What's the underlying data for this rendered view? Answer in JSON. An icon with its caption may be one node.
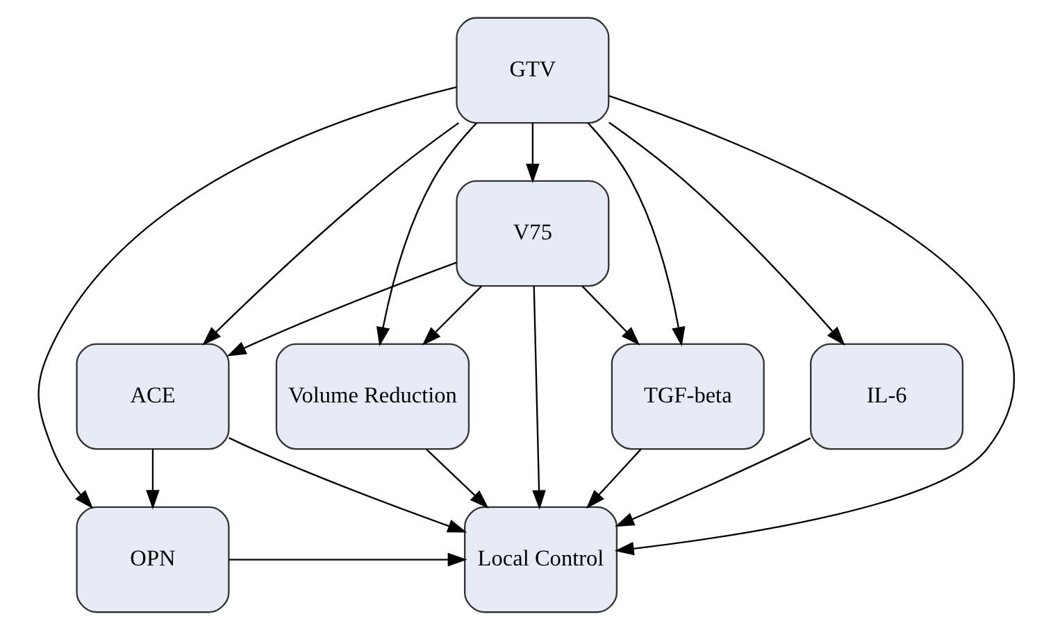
{
  "diagram": {
    "nodes": [
      {
        "text": [
          "GTV"
        ]
      },
      {
        "text": [
          "V75"
        ]
      },
      {
        "text": [
          "ACE"
        ]
      },
      {
        "text": [
          "Volume Reduction"
        ]
      },
      {
        "text": [
          "TGF-beta"
        ]
      },
      {
        "text": [
          "IL-6"
        ]
      },
      {
        "text": [
          "OPN"
        ]
      },
      {
        "text": [
          "Local Control"
        ]
      }
    ],
    "edges": [
      {
        "from": 0,
        "to": 6,
        "arrow": "to"
      },
      {
        "from": 0,
        "to": 2,
        "arrow": "to"
      },
      {
        "from": 0,
        "to": 1,
        "arrow": "to"
      },
      {
        "from": 0,
        "to": 3,
        "arrow": "to"
      },
      {
        "from": 0,
        "to": 7,
        "arrow": "to"
      },
      {
        "from": 0,
        "to": 4,
        "arrow": "to"
      },
      {
        "from": 0,
        "to": 5,
        "arrow": "to"
      },
      {
        "from": 1,
        "to": 7,
        "arrow": "to"
      },
      {
        "from": 1,
        "to": 2,
        "arrow": "to"
      },
      {
        "from": 1,
        "to": 3,
        "arrow": "to"
      },
      {
        "from": 1,
        "to": 4,
        "arrow": "to"
      },
      {
        "from": 2,
        "to": 6,
        "arrow": "to"
      },
      {
        "from": 2,
        "to": 7,
        "arrow": "to"
      },
      {
        "from": 3,
        "to": 7,
        "arrow": "to"
      },
      {
        "from": 4,
        "to": 7,
        "arrow": "to"
      },
      {
        "from": 5,
        "to": 7,
        "arrow": "to"
      },
      {
        "from": 6,
        "to": 7,
        "arrow": "to"
      }
    ]
  }
}
